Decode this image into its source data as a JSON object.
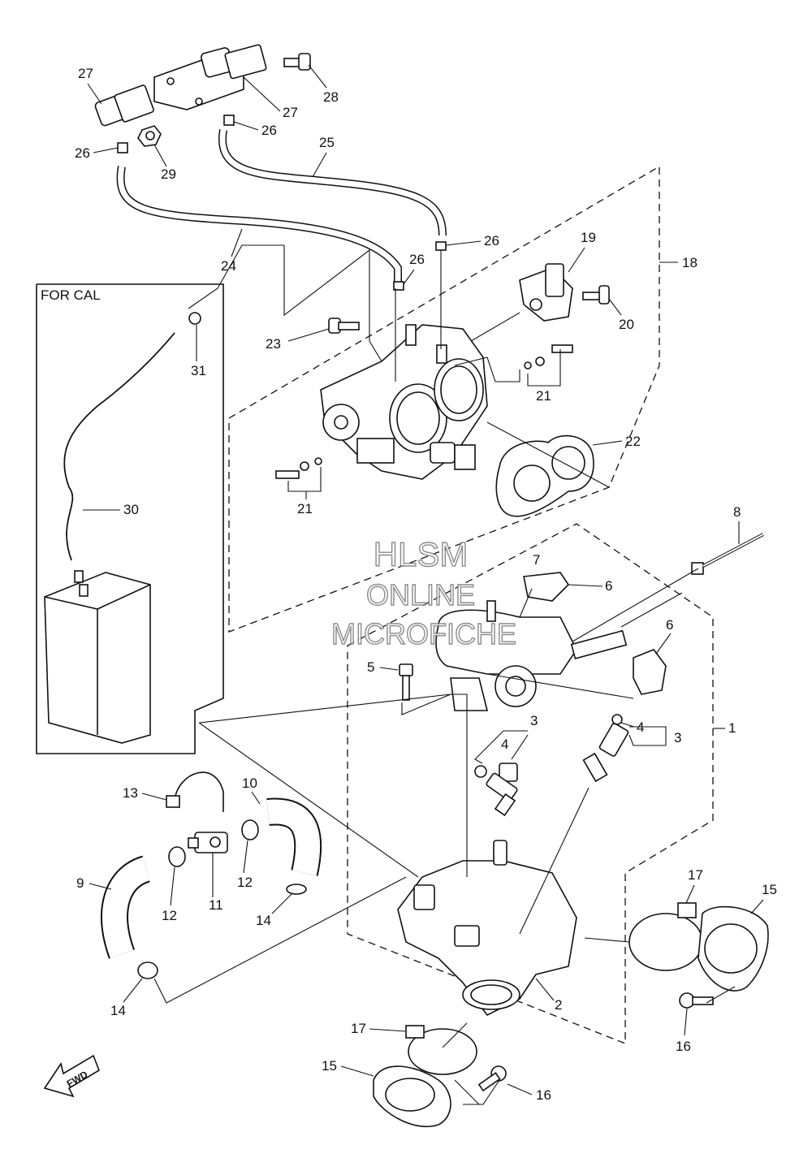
{
  "inset": {
    "label": "FOR CAL"
  },
  "watermark": {
    "line1": "HLSM",
    "line2": "ONLINE",
    "line3": "MICROFICHE"
  },
  "direction": {
    "label": "FWD"
  },
  "callouts": [
    "1",
    "2",
    "3",
    "3",
    "4",
    "4",
    "5",
    "6",
    "6",
    "7",
    "8",
    "9",
    "10",
    "11",
    "12",
    "12",
    "13",
    "14",
    "14",
    "15",
    "15",
    "16",
    "16",
    "17",
    "17",
    "18",
    "19",
    "20",
    "21",
    "21",
    "22",
    "23",
    "24",
    "25",
    "26",
    "26",
    "26",
    "26",
    "27",
    "27",
    "28",
    "29",
    "30",
    "31"
  ]
}
